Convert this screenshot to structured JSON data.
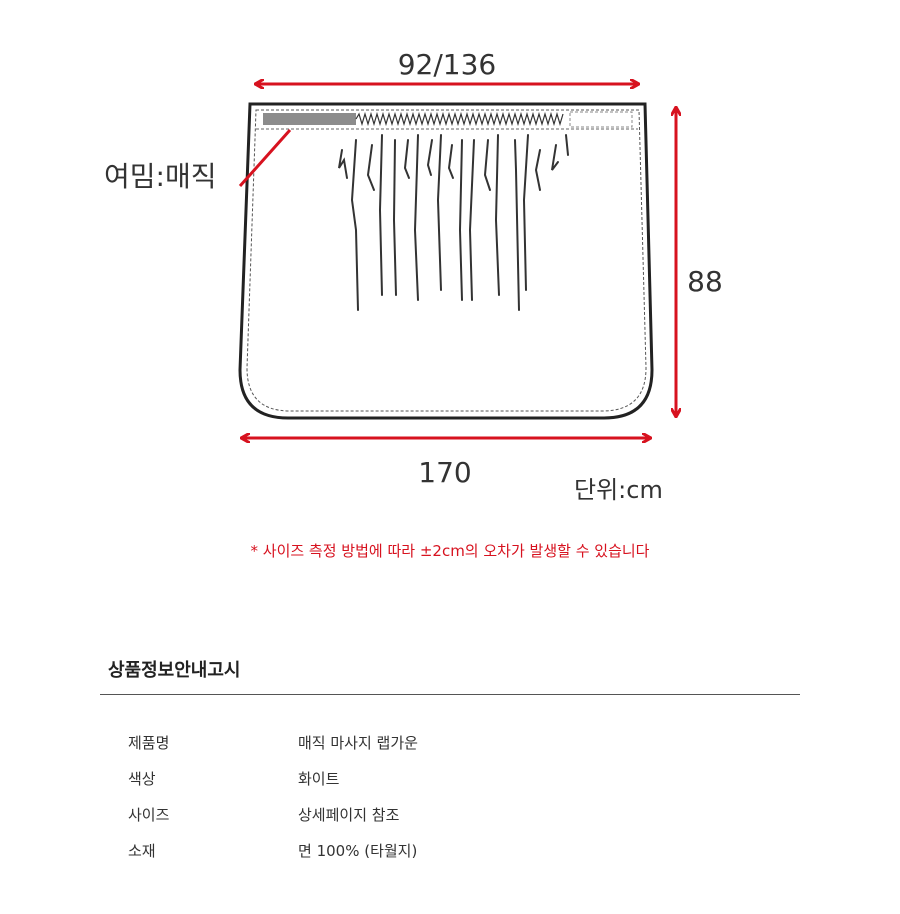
{
  "diagram": {
    "top_width": "92/136",
    "height": "88",
    "bottom_width": "170",
    "label_hem": "여밈:매직",
    "unit": "단위:cm",
    "colors": {
      "arrow": "#d7121f",
      "outline": "#222222"
    }
  },
  "note": "* 사이즈 측정 방법에 따라 ±2cm의 오차가 발생할 수 있습니다",
  "info": {
    "title": "상품정보안내고시",
    "rows": [
      {
        "label": "제품명",
        "value": "매직 마사지 랩가운"
      },
      {
        "label": "색상",
        "value": "화이트"
      },
      {
        "label": "사이즈",
        "value": "상세페이지 참조"
      },
      {
        "label": "소재",
        "value": "면 100% (타월지)"
      }
    ]
  }
}
